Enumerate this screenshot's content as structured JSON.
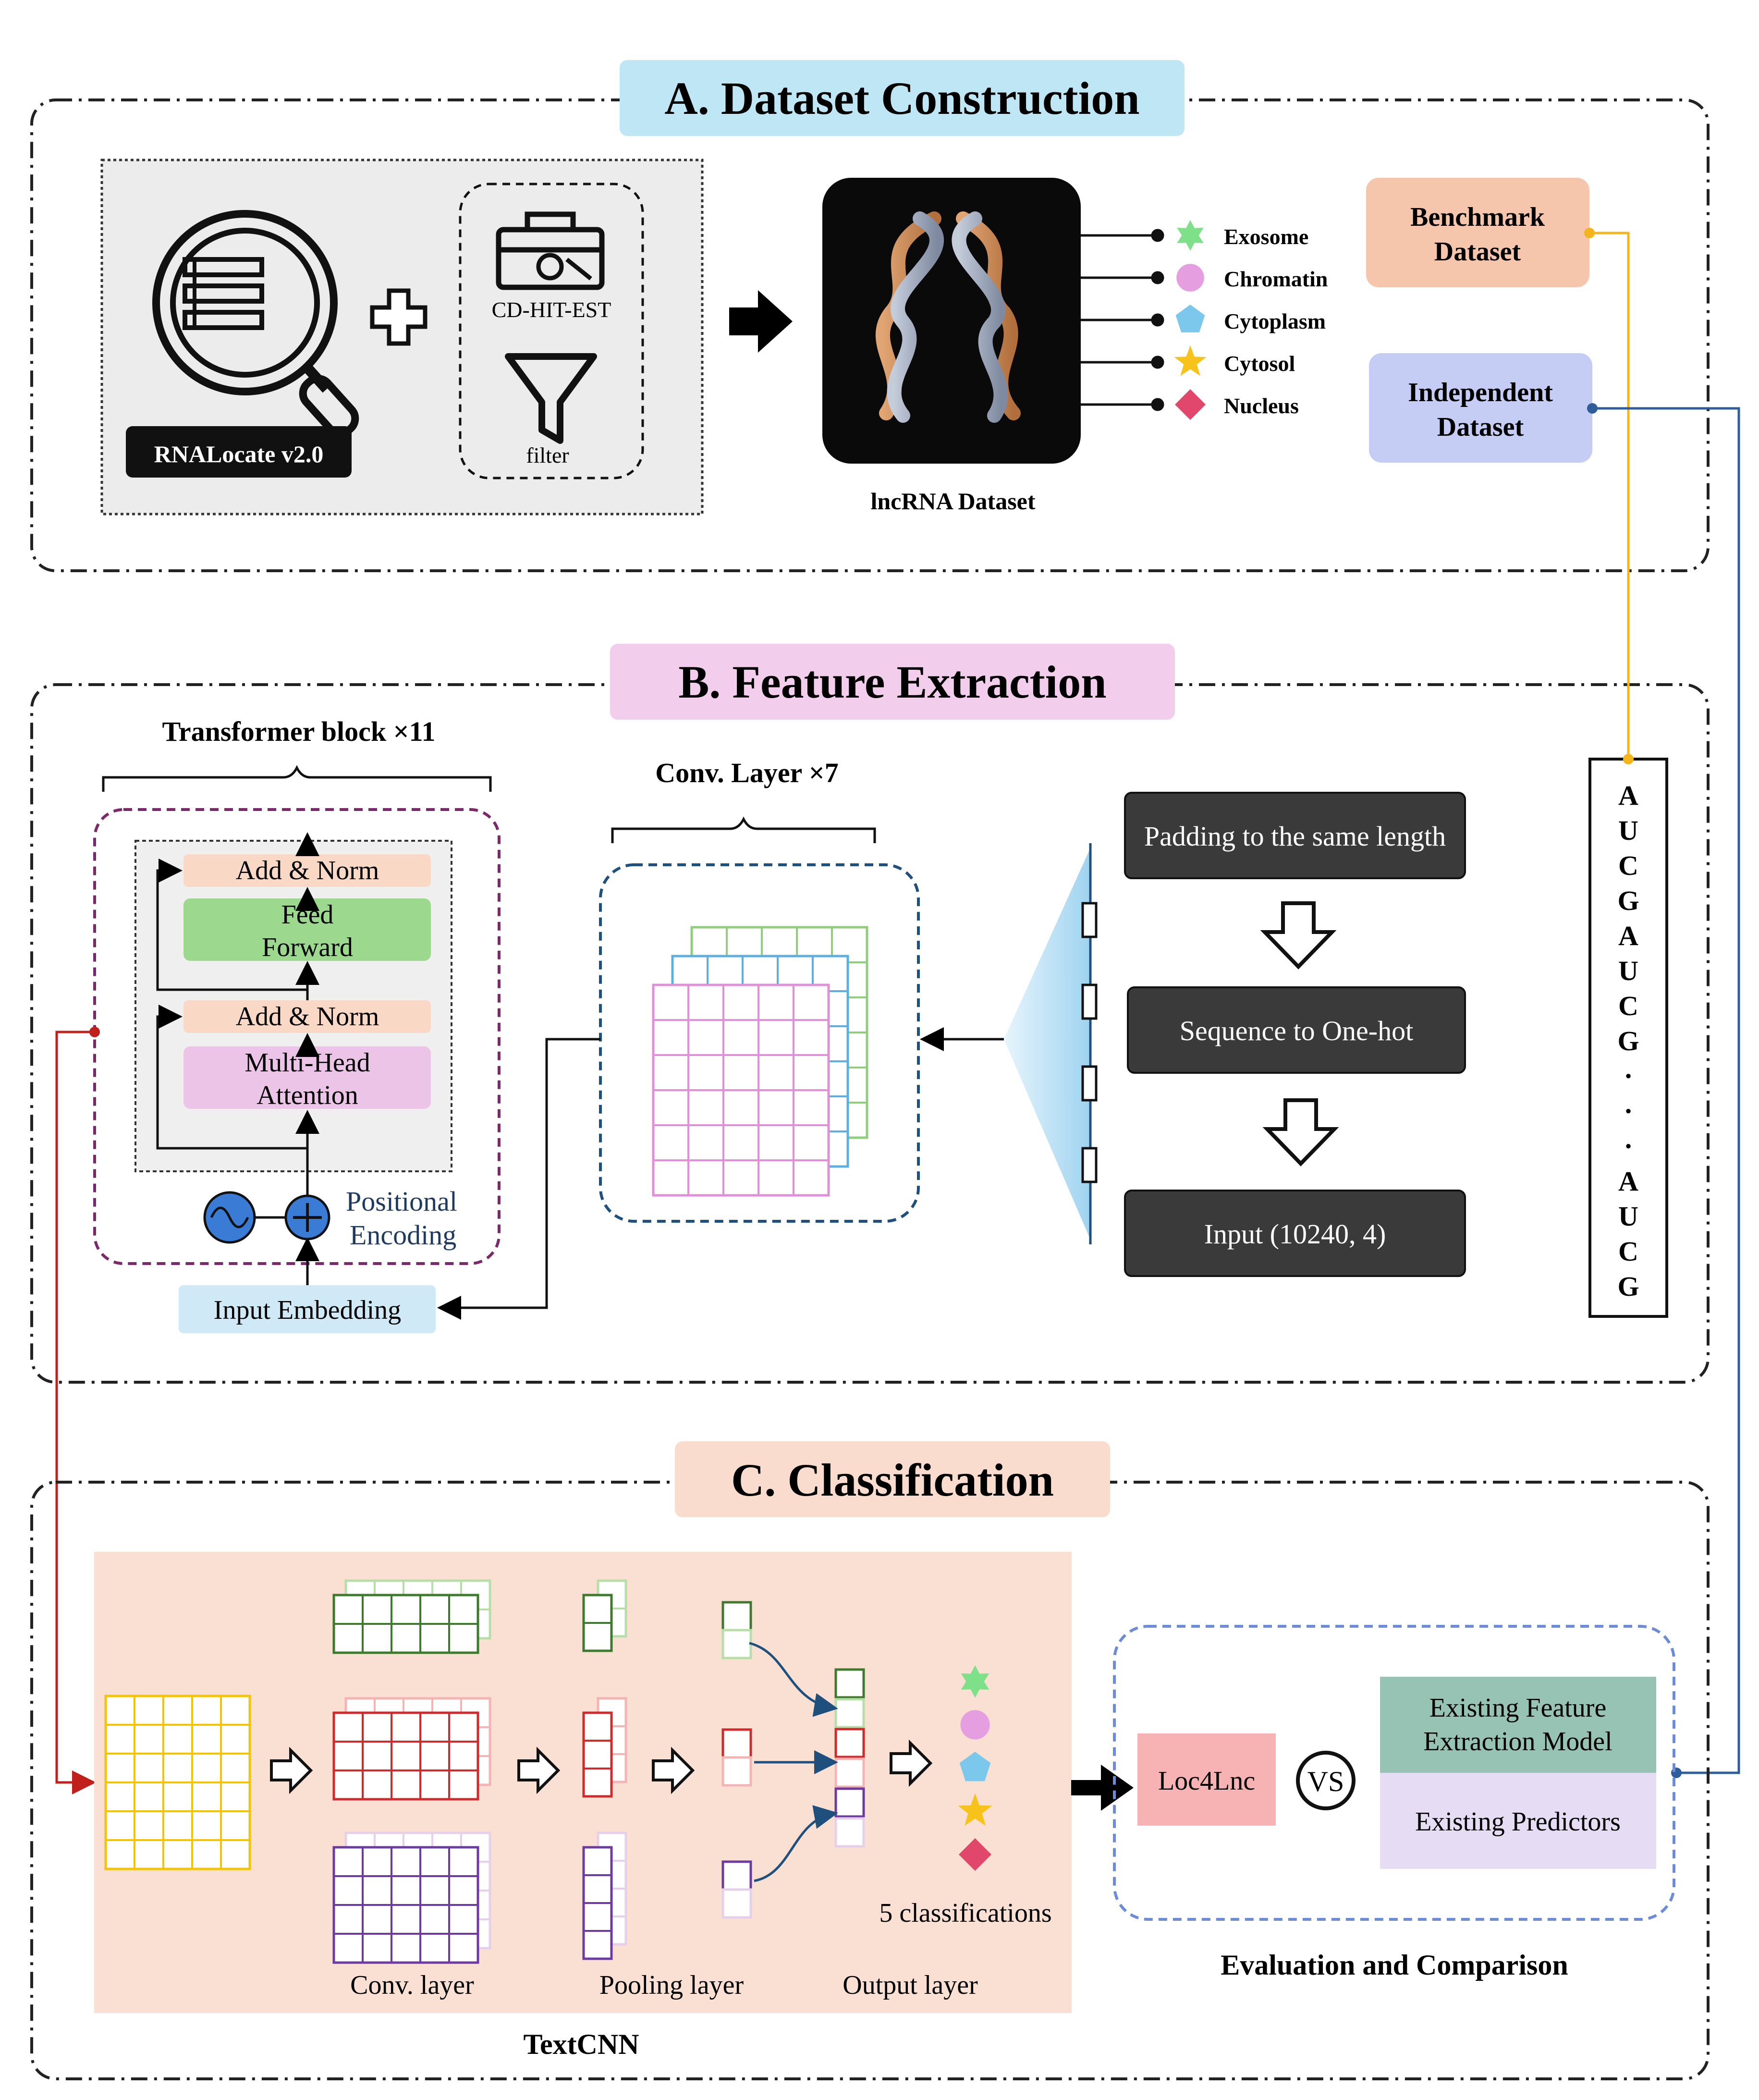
{
  "sections": {
    "a_title": "A. Dataset Construction",
    "b_title": "B. Feature Extraction",
    "c_title": "C. Classification"
  },
  "dataset": {
    "rnalocate_label": "RNALocate v2.0",
    "cdhit_label": "CD-HIT-EST",
    "filter_label": "filter",
    "lncrna_label": "lncRNA Dataset",
    "locations": [
      {
        "label": "Exosome",
        "icon": "star6-icon",
        "color": "#7fe08a"
      },
      {
        "label": "Chromatin",
        "icon": "circle-icon",
        "color": "#e59ee0"
      },
      {
        "label": "Cytoplasm",
        "icon": "pentagon-icon",
        "color": "#7cc8ec"
      },
      {
        "label": "Cytosol",
        "icon": "star5-icon",
        "color": "#f7c21a"
      },
      {
        "label": "Nucleus",
        "icon": "diamond-icon",
        "color": "#e0476a"
      }
    ],
    "benchmark_line1": "Benchmark",
    "benchmark_line2": "Dataset",
    "independent_line1": "Independent",
    "independent_line2": "Dataset"
  },
  "feature": {
    "transformer_label": "Transformer block ×11",
    "add_norm_top": "Add & Norm",
    "feed_forward_1": "Feed",
    "feed_forward_2": "Forward",
    "add_norm_bottom": "Add & Norm",
    "mha_1": "Multi-Head",
    "mha_2": "Attention",
    "pos_enc_1": "Positional",
    "pos_enc_2": "Encoding",
    "input_embedding": "Input Embedding",
    "conv_label": "Conv. Layer ×7",
    "padding": "Padding to the same length",
    "onehot": "Sequence to One-hot",
    "input_shape": "Input (10240, 4)",
    "sequence_letters": [
      "A",
      "U",
      "C",
      "G",
      "A",
      "U",
      "C",
      "G",
      "·",
      "·",
      "·",
      "A",
      "U",
      "C",
      "G"
    ]
  },
  "classification": {
    "conv_layer": "Conv. layer",
    "pooling_layer": "Pooling layer",
    "output_layer": "Output layer",
    "five_classes": "5 classifications",
    "textcnn": "TextCNN",
    "loc4lnc": "Loc4Lnc",
    "vs": "VS",
    "existing_feature_1": "Existing Feature",
    "existing_feature_2": "Extraction Model",
    "existing_predictors": "Existing Predictors",
    "eval_label": "Evaluation and Comparison"
  },
  "colors": {
    "title_a_bg": "#bfe6f4",
    "title_b_bg": "#f2cdec",
    "title_c_bg": "#f9dccd",
    "benchmark_bg": "#f6c6ac",
    "independent_bg": "#c5cdf5",
    "dark_box": "#3a3a3a",
    "textcnn_bg": "#f9e0d3",
    "yellow_link": "#f3b51b",
    "blue_link": "#2f5d9b",
    "red_link": "#c0201b"
  }
}
